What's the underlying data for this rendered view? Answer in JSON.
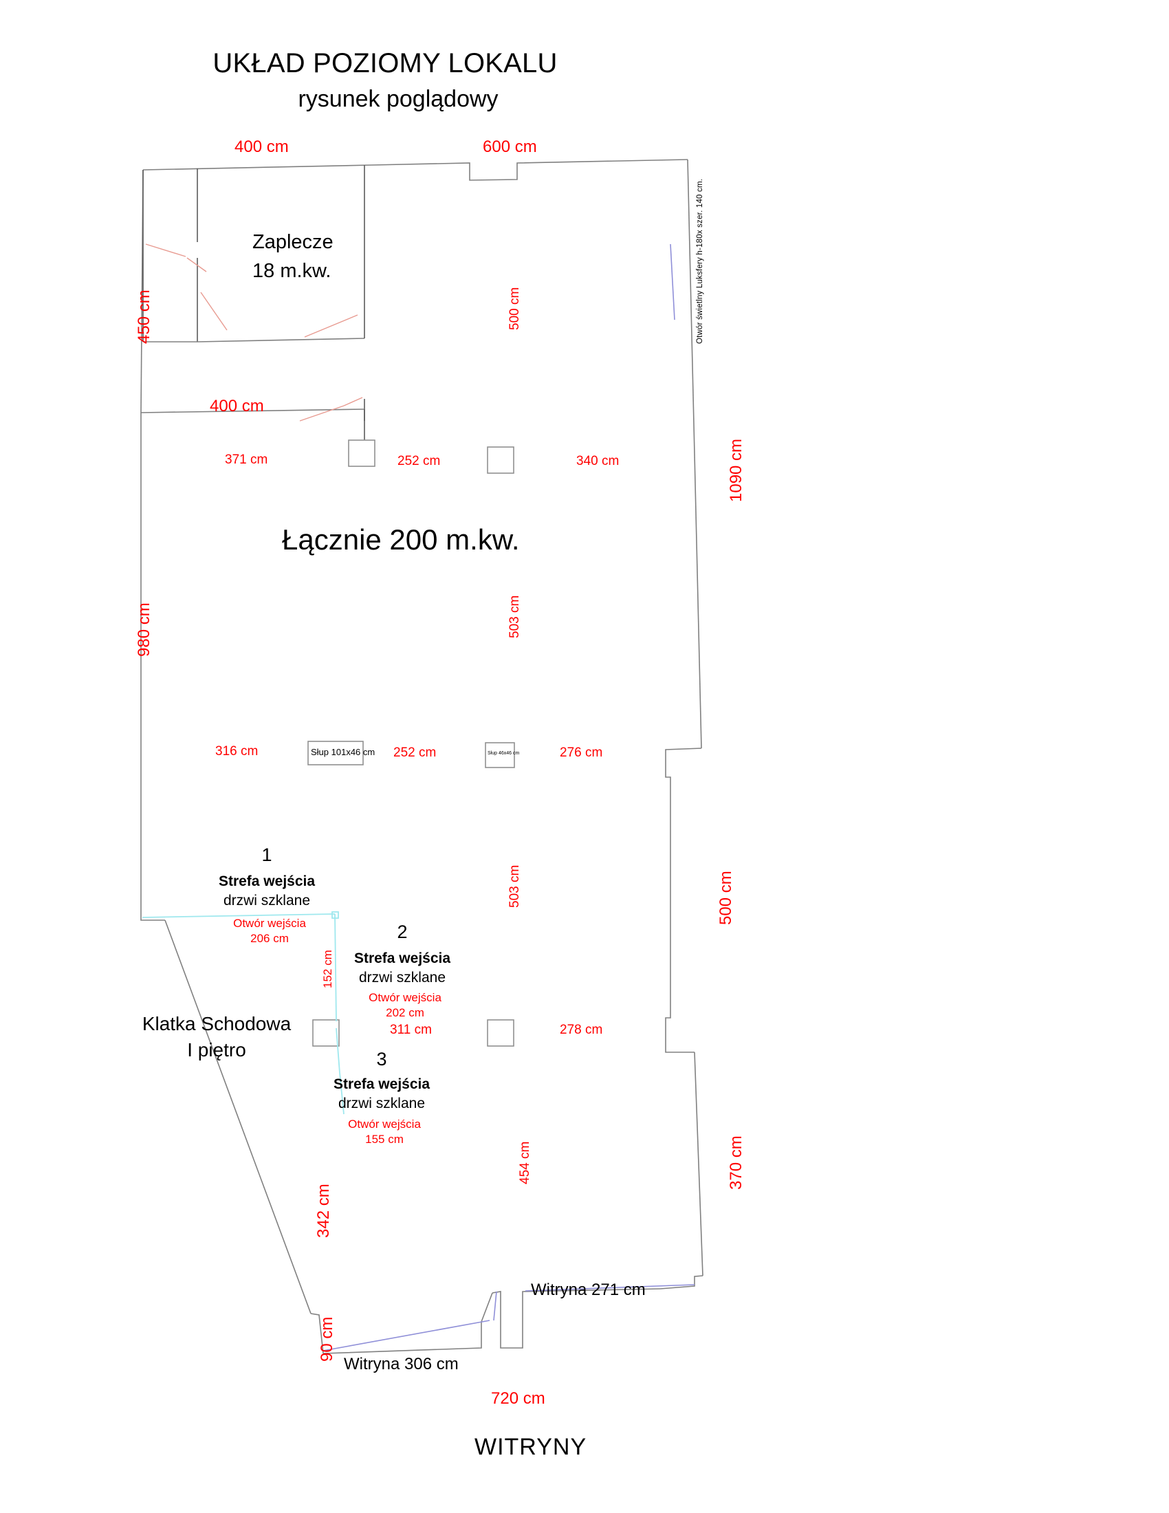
{
  "document": {
    "title_line1": "UKŁAD POZIOMY LOKALU",
    "title_line2": "rysunek poglądowy",
    "footer_caption": "WITRYNY"
  },
  "rooms": {
    "back_room_name": "Zaplecze",
    "back_room_area": "18 m.kw.",
    "total_area": "Łącznie 200 m.kw.",
    "staircase_line1": "Klatka Schodowa",
    "staircase_line2": "I piętro"
  },
  "dimensions": {
    "top_left": "400 cm",
    "top_right": "600 cm",
    "left_upper": "450 cm",
    "left_lower": "980 cm",
    "right_upper": "1090 cm",
    "right_mid": "500 cm",
    "right_lower": "370 cm",
    "inner_400": "400 cm",
    "inner_371": "371 cm",
    "inner_252_a": "252 cm",
    "inner_340": "340 cm",
    "inner_316": "316 cm",
    "inner_252_b": "252 cm",
    "inner_276": "276 cm",
    "inner_311": "311 cm",
    "inner_278": "278 cm",
    "vert_500": "500 cm",
    "vert_503_a": "503 cm",
    "vert_503_b": "503 cm",
    "vert_454": "454 cm",
    "vert_152": "152 cm",
    "vert_342": "342 cm",
    "vert_90": "90 cm",
    "bottom_720": "720 cm"
  },
  "features": {
    "skylight": "Otwór świetlny Luksfery h-180x szer. 140 cm.",
    "column_large": "Słup 101x46 cm",
    "column_small": "Słup 46x46 cm",
    "shopfront_271": "Witryna 271 cm",
    "shopfront_306": "Witryna 306 cm"
  },
  "entrance_zones": [
    {
      "number": "1",
      "title": "Strefa wejścia",
      "subtitle": "drzwi szklane",
      "opening_label": "Otwór wejścia",
      "opening_value": "206 cm"
    },
    {
      "number": "2",
      "title": "Strefa wejścia",
      "subtitle": "drzwi szklane",
      "opening_label": "Otwór wejścia",
      "opening_value": "202 cm"
    },
    {
      "number": "3",
      "title": "Strefa wejścia",
      "subtitle": "drzwi szklane",
      "opening_label": "Otwór wejścia",
      "opening_value": "155 cm"
    }
  ],
  "colors": {
    "dimension_red": "#ff0000",
    "wall_grey": "#808080",
    "glass_cyan": "#9fe8ee",
    "window_blue": "#8f8fd8",
    "partition_red": "#e89a90"
  }
}
